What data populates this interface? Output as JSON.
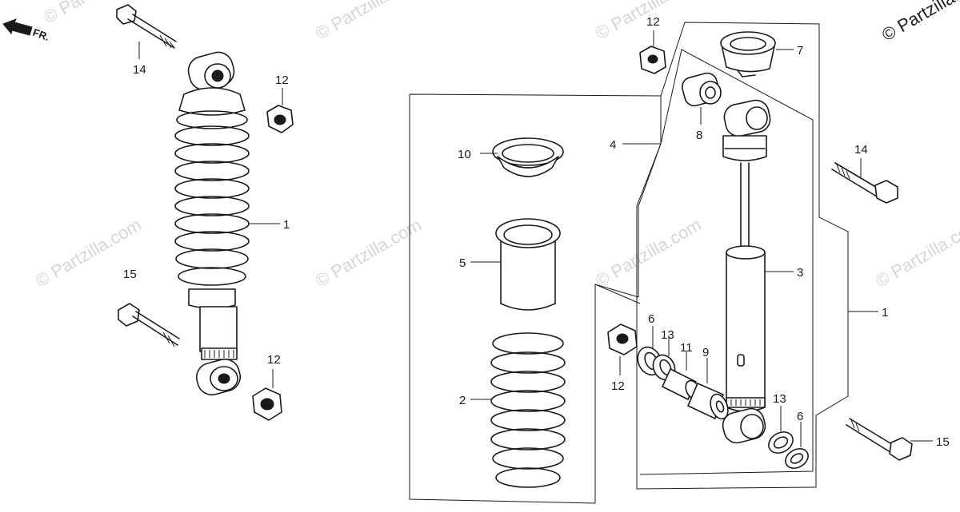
{
  "watermark": "© Partzilla.com",
  "copyright": "© Partzilla.com",
  "direction_label": "FR.",
  "callouts": [
    "1",
    "2",
    "3",
    "4",
    "5",
    "6",
    "7",
    "8",
    "9",
    "10",
    "11",
    "12",
    "13",
    "14",
    "15"
  ]
}
